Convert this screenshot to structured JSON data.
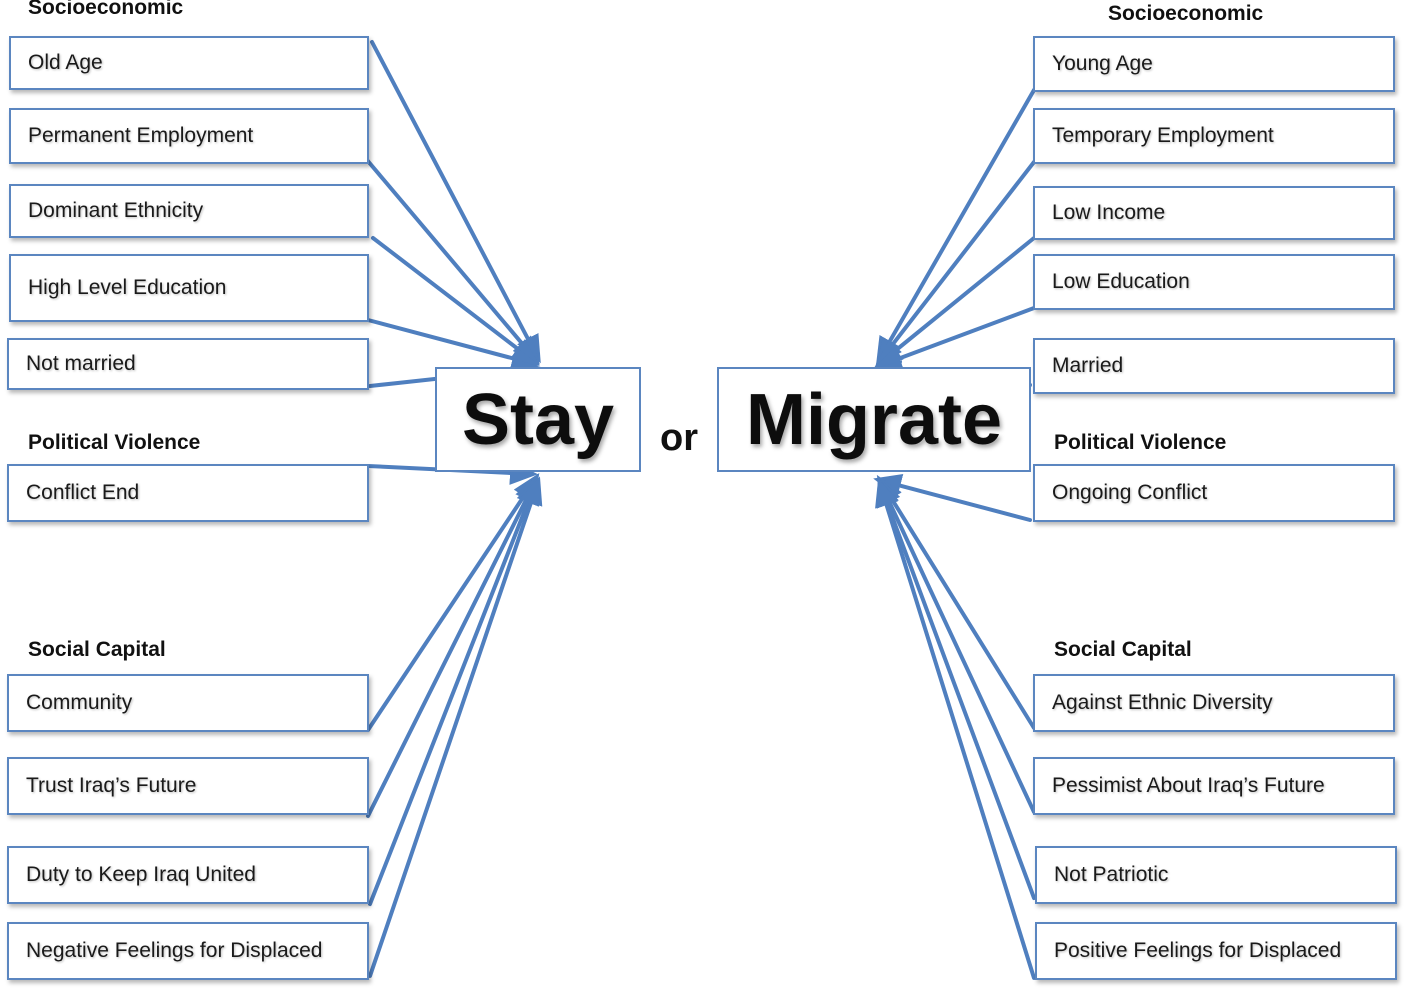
{
  "left": {
    "socioeconomic": {
      "heading": "Socioeconomic",
      "items": [
        "Old Age",
        "Permanent Employment",
        "Dominant Ethnicity",
        "High Level Education",
        "Not married"
      ]
    },
    "political": {
      "heading": "Political Violence",
      "items": [
        "Conflict End"
      ]
    },
    "social": {
      "heading": "Social Capital",
      "items": [
        "Community",
        "Trust Iraq’s Future",
        "Duty to Keep Iraq United",
        "Negative Feelings for Displaced"
      ]
    }
  },
  "right": {
    "socioeconomic": {
      "heading": "Socioeconomic",
      "items": [
        "Young Age",
        "Temporary Employment",
        "Low Income",
        "Low Education",
        "Married"
      ]
    },
    "political": {
      "heading": "Political Violence",
      "items": [
        "Ongoing Conflict"
      ]
    },
    "social": {
      "heading": "Social Capital",
      "items": [
        "Against Ethnic Diversity",
        "Pessimist About Iraq’s Future",
        "Not Patriotic",
        "Positive Feelings for Displaced"
      ]
    }
  },
  "center": {
    "stay": "Stay",
    "or": "or",
    "migrate": "Migrate"
  },
  "colors": {
    "arrow": "#4f7fbf",
    "box_border": "#5b86c0"
  }
}
